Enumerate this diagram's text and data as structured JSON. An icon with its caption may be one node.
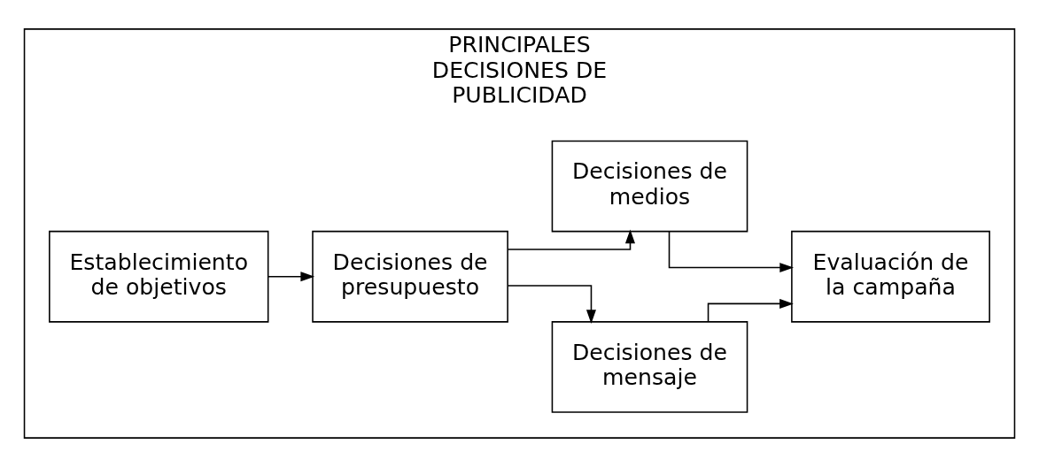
{
  "diagram": {
    "nodes": [
      {
        "text": [
          "PRINCIPALES DECISIONES DE PUBLICIDAD"
        ]
      },
      {
        "text": [
          "Establecimiento de objetivos"
        ],
        "in": 0
      },
      {
        "text": [
          "Decisiones de presupuesto"
        ],
        "in": 0
      },
      {
        "text": [
          "Decisiones de mensaje"
        ],
        "in": 0
      },
      {
        "text": [
          "Decisiones de medios"
        ],
        "in": 0
      },
      {
        "text": [
          "Evaluación de la campaña"
        ],
        "in": 0
      }
    ],
    "edges": [
      {
        "from": 1,
        "to": 2,
        "arrow": "to"
      },
      {
        "from": 2,
        "to": 3,
        "arrow": "to"
      },
      {
        "from": 2,
        "to": 4,
        "arrow": "to"
      },
      {
        "from": 3,
        "to": 5,
        "arrow": "to"
      },
      {
        "from": 4,
        "to": 5,
        "arrow": "to"
      }
    ]
  }
}
